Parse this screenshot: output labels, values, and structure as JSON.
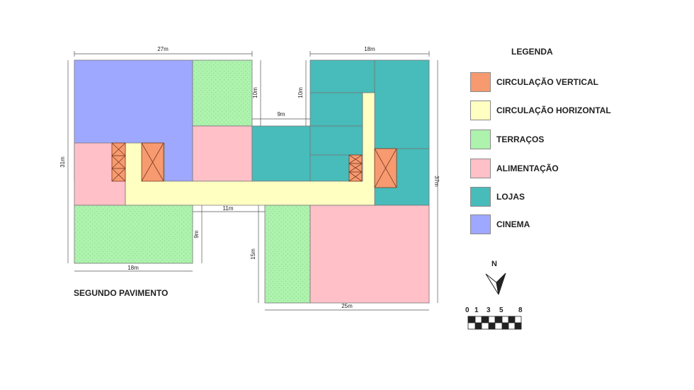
{
  "floor_label": "SEGUNDO PAVIMENTO",
  "legend": {
    "title": "LEGENDA",
    "items": [
      {
        "key": "circ_vertical",
        "label": "CIRCULAÇÃO VERTICAL",
        "color": "#F79A70"
      },
      {
        "key": "circ_horizontal",
        "label": "CIRCULAÇÃO HORIZONTAL",
        "color": "#FFFFC2"
      },
      {
        "key": "terracos",
        "label": "TERRAÇOS",
        "color": "#ADF2AD"
      },
      {
        "key": "alimentacao",
        "label": "ALIMENTAÇÃO",
        "color": "#FFC0C8"
      },
      {
        "key": "lojas",
        "label": "LOJAS",
        "color": "#47BCBA"
      },
      {
        "key": "cinema",
        "label": "CINEMA",
        "color": "#9FA8FF"
      }
    ]
  },
  "dimensions": {
    "top_left": "27m",
    "top_right": "18m",
    "notch_left_height": "10m",
    "notch_right_height": "10m",
    "notch_width": "9m",
    "left_height": "31m",
    "right_height": "37m",
    "mid_width": "11m",
    "mid_height": "9m",
    "bottom_left": "18m",
    "wing_height": "15m",
    "bottom_right": "25m"
  },
  "compass": {
    "label": "N"
  },
  "scale": {
    "ticks": [
      "0",
      "1",
      "3",
      "5",
      "8"
    ]
  }
}
